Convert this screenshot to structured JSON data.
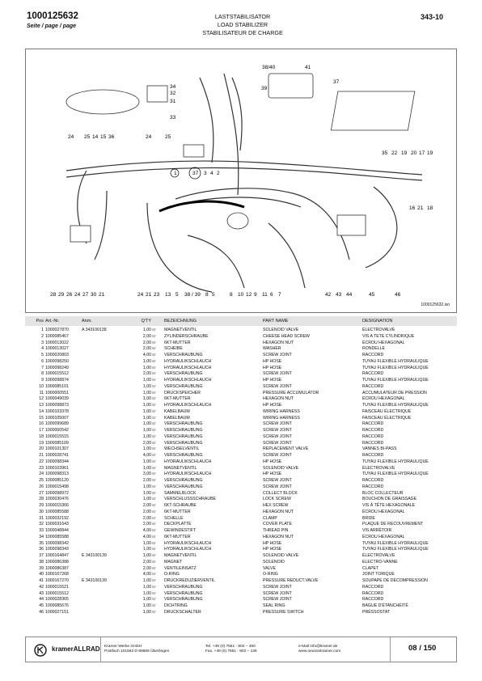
{
  "header": {
    "doc_number": "1000125632",
    "seite": "Seite / page / page",
    "title_de": "LASTSTABILISATOR",
    "title_en": "LOAD STABILIZER",
    "title_fr": "STABILISATEUR DE CHARGE",
    "page_ref": "343-10"
  },
  "drawing": {
    "callouts": [
      "38/40",
      "41",
      "39",
      "37",
      "34",
      "32",
      "31",
      "33",
      "24",
      "25",
      "14",
      "15",
      "36",
      "24",
      "25",
      "1",
      "37",
      "3",
      "4",
      "2",
      "35",
      "22",
      "19",
      "20",
      "17",
      "19",
      "16",
      "21",
      "18",
      "28",
      "29",
      "26",
      "24",
      "27",
      "30",
      "21",
      "24",
      "21",
      "23",
      "13",
      "5",
      "38 / 39",
      "8",
      "5",
      "8",
      "10",
      "12",
      "9",
      "11",
      "6",
      "7",
      "42",
      "43",
      "44",
      "45",
      "46"
    ],
    "ref_code": "1000125632.iso"
  },
  "table": {
    "headers": {
      "pos": "Pos",
      "art": "Art.-Nr.",
      "anm": "Anm.",
      "qty": "Q'TY",
      "bez": "BEZEICHNUNG",
      "part": "PART NAME",
      "des": "DESIGNATION"
    },
    "rows": [
      [
        "1",
        "1000027870",
        "A 343100138",
        "1,00",
        "ST",
        "MAGNETVENTIL",
        "SOLENOID VALVE",
        "ÉLECTROVALVE"
      ],
      [
        "2",
        "1000085467",
        "",
        "2,00",
        "ST",
        "ZYLINDERSCHRAUBE",
        "CHEESE HEAD SCREW",
        "VIS A TETE CYLINDRIQUE"
      ],
      [
        "3",
        "1000013022",
        "",
        "2,00",
        "ST",
        "6KT-MUTTER",
        "HEXAGON NUT",
        "ÉCROU HEXAGONAL"
      ],
      [
        "4",
        "1000013027",
        "",
        "2,00",
        "ST",
        "SCHEIBE",
        "WASHER",
        "RONDELLE"
      ],
      [
        "5",
        "1000020803",
        "",
        "4,00",
        "ST",
        "VERSCHRAUBUNG",
        "SCREW JOINT",
        "RACCORD"
      ],
      [
        "6",
        "1000098250",
        "",
        "1,00",
        "ST",
        "HYDRAULIKSCHLAUCH",
        "HP HOSE",
        "TUYAU FLEXIBLE HYDRAULIQUE"
      ],
      [
        "7",
        "1000098249",
        "",
        "1,00",
        "ST",
        "HYDRAULIKSCHLAUCH",
        "HP HOSE",
        "TUYAU FLEXIBLE HYDRAULIQUE"
      ],
      [
        "8",
        "1000015512",
        "",
        "2,00",
        "ST",
        "VERSCHRAUBUNG",
        "SCREW JOINT",
        "RACCORD"
      ],
      [
        "9",
        "1000098874",
        "",
        "1,00",
        "ST",
        "HYDRAULIKSCHLAUCH",
        "HP HOSE",
        "TUYAU FLEXIBLE HYDRAULIQUE"
      ],
      [
        "10",
        "1000085101",
        "",
        "1,00",
        "ST",
        "VERSCHRAUBUNG",
        "SCREW JOINT",
        "RACCORD"
      ],
      [
        "11",
        "1000000551",
        "",
        "1,00",
        "ST",
        "DRUCKSPEICHER",
        "PRESSURE ACCUMULATOR",
        "ACCUMULATEUR DE PRESSION"
      ],
      [
        "12",
        "1000049039",
        "",
        "1,00",
        "ST",
        "6KT-MUTTER",
        "HEXAGON NUT",
        "ÉCROU HEXAGONAL"
      ],
      [
        "13",
        "1000098873",
        "",
        "1,00",
        "ST",
        "HYDRAULIKSCHLAUCH",
        "HP HOSE",
        "TUYAU FLEXIBLE HYDRAULIQUE"
      ],
      [
        "14",
        "1000103378",
        "",
        "1,00",
        "ST",
        "KABELBAUM",
        "WIRING HARNESS",
        "FAISCEAU ÉLECTRIQUE"
      ],
      [
        "15",
        "1000105007",
        "",
        "1,00",
        "ST",
        "KABELBAUM",
        "WIRING HARNESS",
        "FAISCEAU ÉLECTRIQUE"
      ],
      [
        "16",
        "1000099689",
        "",
        "1,00",
        "ST",
        "VERSCHRAUBUNG",
        "SCREW JOINT",
        "RACCORD"
      ],
      [
        "17",
        "1000000542",
        "",
        "1,00",
        "ST",
        "VERSCHRAUBUNG",
        "SCREW JOINT",
        "RACCORD"
      ],
      [
        "18",
        "1000015515",
        "",
        "1,00",
        "ST",
        "VERSCHRAUBUNG",
        "SCREW JOINT",
        "RACCORD"
      ],
      [
        "19",
        "1000085109",
        "",
        "2,00",
        "ST",
        "VERSCHRAUBUNG",
        "SCREW JOINT",
        "RACCORD"
      ],
      [
        "20",
        "1000101307",
        "",
        "1,00",
        "ST",
        "WECHSELVENTIL",
        "REPLACEMENT VALVE",
        "VANNES BI-PASS"
      ],
      [
        "21",
        "1000028741",
        "",
        "4,00",
        "ST",
        "VERSCHRAUBUNG",
        "SCREW JOINT",
        "RACCORD"
      ],
      [
        "22",
        "1000098344",
        "",
        "1,00",
        "ST",
        "HYDRAULIKSCHLAUCH",
        "HP HOSE",
        "TUYAU FLEXIBLE HYDRAULIQUE"
      ],
      [
        "23",
        "1000103961",
        "",
        "1,00",
        "ST",
        "MAGNETVENTIL",
        "SOLENOID VALVE",
        "ÉLECTROVALVE"
      ],
      [
        "24",
        "1000098313",
        "",
        "3,00",
        "ST",
        "HYDRAULIKSCHLAUCH",
        "HP HOSE",
        "TUYAU FLEXIBLE HYDRAULIQUE"
      ],
      [
        "25",
        "1000085120",
        "",
        "2,00",
        "ST",
        "VERSCHRAUBUNG",
        "SCREW JOINT",
        "RACCORD"
      ],
      [
        "26",
        "1000015498",
        "",
        "1,00",
        "ST",
        "VERSCHRAUBUNG",
        "SCREW JOINT",
        "RACCORD"
      ],
      [
        "27",
        "1000098972",
        "",
        "1,00",
        "ST",
        "SAMMELBLOCK",
        "COLLECT BLOCK",
        "BLOC COLLECTEUR"
      ],
      [
        "28",
        "1000030476",
        "",
        "1,00",
        "ST",
        "VERSCHLUSSSCHRAUBE",
        "LOCK SCREW",
        "BOUCHON DE GRAISSAGE"
      ],
      [
        "29",
        "1000015366",
        "",
        "2,00",
        "ST",
        "6KT-SCHRAUBE",
        "HEX SCREW",
        "VIS À TÊTE HEXAGONALE"
      ],
      [
        "30",
        "1000085588",
        "",
        "2,00",
        "ST",
        "6KT-MUTTER",
        "HEXAGON NUT",
        "ÉCROU HEXAGONAL"
      ],
      [
        "31",
        "1000032192",
        "",
        "2,00",
        "ST",
        "SCHELLE",
        "CLAMP",
        "BRIDE"
      ],
      [
        "32",
        "1000031643",
        "",
        "2,00",
        "ST",
        "DECKPLATTE",
        "COVER PLATE",
        "PLAQUE DE RECOUVREMENT"
      ],
      [
        "33",
        "1000048844",
        "",
        "4,00",
        "ST",
        "GEWINDESTIFT",
        "THREAD PIN",
        "VIS ARRÊTOIR"
      ],
      [
        "34",
        "1000085588",
        "",
        "4,00",
        "ST",
        "6KT-MUTTER",
        "HEXAGON NUT",
        "ÉCROU HEXAGONAL"
      ],
      [
        "35",
        "1000098342",
        "",
        "1,00",
        "ST",
        "HYDRAULIKSCHLAUCH",
        "HP HOSE",
        "TUYAU FLEXIBLE HYDRAULIQUE"
      ],
      [
        "36",
        "1000098343",
        "",
        "1,00",
        "ST",
        "HYDRAULIKSCHLAUCH",
        "HP HOSE",
        "TUYAU FLEXIBLE HYDRAULIQUE"
      ],
      [
        "37",
        "1000164847",
        "E 343100139",
        "1,00",
        "ST",
        "MAGNETVENTIL",
        "SOLENOID VALVE",
        "ÉLECTROVALVE"
      ],
      [
        "38",
        "1000086388",
        "",
        "2,00",
        "ST",
        "MAGNET",
        "SOLENOID",
        "ELECTRO-VANNE"
      ],
      [
        "39",
        "1000086387",
        "",
        "2,00",
        "ST",
        "VENTILEINSATZ",
        "VALVE",
        "CLAPET"
      ],
      [
        "40",
        "1000167268",
        "",
        "4,00",
        "ST",
        "O-RING",
        "O-RING",
        "JOINT TORIQUE"
      ],
      [
        "41",
        "1000167270",
        "E 343100139",
        "1,00",
        "ST",
        "DRUCKREDUZIERVENTIL",
        "PRESSURE REDUCT.VALVE",
        "SOUPAPE DE DÉCOMPRESSION"
      ],
      [
        "42",
        "1000015521",
        "",
        "1,00",
        "ST",
        "VERSCHRAUBUNG",
        "SCREW JOINT",
        "RACCORD"
      ],
      [
        "43",
        "1000015512",
        "",
        "1,00",
        "ST",
        "VERSCHRAUBUNG",
        "SCREW JOINT",
        "RACCORD"
      ],
      [
        "44",
        "1000028365",
        "",
        "1,00",
        "ST",
        "VERSCHRAUBUNG",
        "SCREW JOINT",
        "RACCORD"
      ],
      [
        "45",
        "1000085676",
        "",
        "1,00",
        "ST",
        "DICHTRING",
        "SEAL RING",
        "BAGUE D'ÉTANCHÉITÉ"
      ],
      [
        "46",
        "1000027151",
        "",
        "1,00",
        "ST",
        "DRUCKSCHALTER",
        "PRESSURE SWITCH",
        "PRÉSSOSTAT"
      ]
    ]
  },
  "footer": {
    "logo": "kramerALLRAD",
    "company_line1": "Kramer-Werke GmbH",
    "company_line2": "Postfach 101563 D-88665 Überlingen",
    "tel": "Tel. +49 (0) 7551 - 802 – 450",
    "fax": "Fax. +49 (0) 7551 - 802 – 126",
    "email": "e-Mail info@kramer.de",
    "web": "www.neusonkramer.com",
    "page": "08 / 150"
  }
}
